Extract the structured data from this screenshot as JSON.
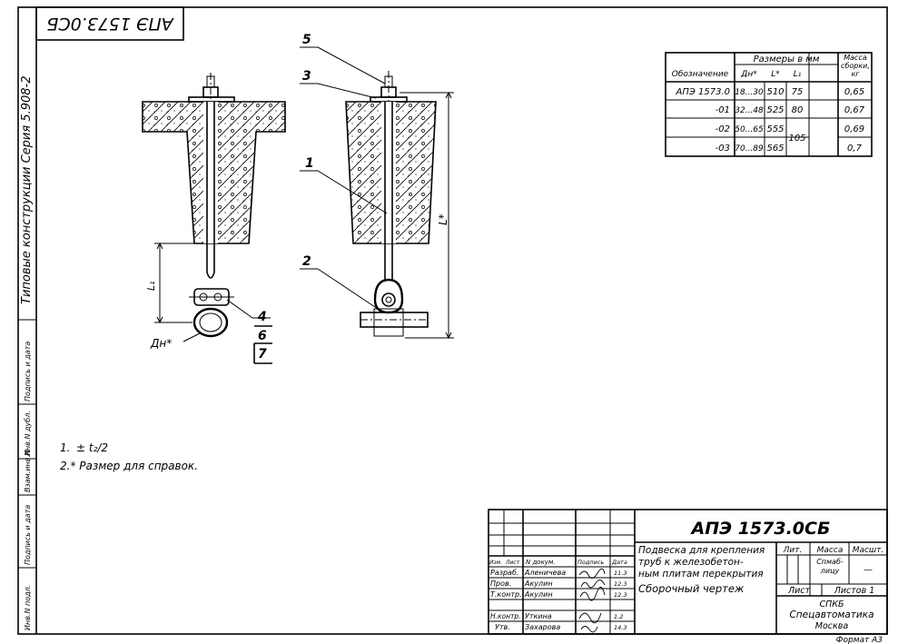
{
  "stamp_top": "АПЭ 1573.0СБ",
  "series_label": "Типовые конструкции   Серия 5.908-2",
  "left_strip": [
    "Инв.N подл.",
    "Подпись и дата",
    "Взам.инв.N",
    "Инв.N дубл.",
    "Подпись и дата"
  ],
  "callouts": {
    "c1": "1",
    "c2": "2",
    "c3": "3",
    "c4": "4",
    "c5": "5",
    "c6": "6",
    "c7": "7"
  },
  "dims": {
    "l1": "L₁",
    "l_star": "L*",
    "dn": "Дн*"
  },
  "notes": {
    "n1_prefix": "1.",
    "n1_expr": "± t₂/2",
    "n2": "2.* Размер для справок."
  },
  "spec_table": {
    "header_group": "Размеры в мм",
    "headers": [
      "Обозначение",
      "Дн*",
      "L*",
      "L₁",
      "Масса сборки, кг"
    ],
    "rows": [
      [
        "АПЭ 1573.0",
        "18...30",
        "510",
        "75",
        "0,65"
      ],
      [
        "-01",
        "32...48",
        "525",
        "80",
        "0,67"
      ],
      [
        "-02",
        "50...65",
        "555",
        "105",
        "0,69"
      ],
      [
        "-03",
        "70...89",
        "565",
        "",
        "0,7"
      ]
    ]
  },
  "title_block": {
    "designation": "АПЭ 1573.0СБ",
    "description": [
      "Подвеска для крепления",
      "труб к железобетон-",
      "ным плитам перекрытия",
      "Сборочный чертеж"
    ],
    "labels": {
      "lit": "Лит.",
      "mass": "Масса",
      "scale": "Масшт.",
      "sheet": "Лист",
      "sheets": "Листов 1",
      "mass_val": "—",
      "scale_val": "Спмаб-лицу"
    },
    "roles": [
      "Изм.",
      "Лист",
      "N докум.",
      "Подпись",
      "Дата"
    ],
    "people": [
      {
        "role": "Разраб.",
        "name": "Аленичева",
        "date": "11.3"
      },
      {
        "role": "Пров.",
        "name": "Акулин",
        "date": "12.3"
      },
      {
        "role": "Т.контр.",
        "name": "Акулин",
        "date": "12.3"
      },
      {
        "role": "Н.контр.",
        "name": "Уткина",
        "date": "1.2"
      },
      {
        "role": "Утв.",
        "name": "Захарова",
        "date": "14.3"
      }
    ],
    "org": [
      "СПКБ",
      "Спецавтоматика",
      "Москва"
    ],
    "format": "Формат А3"
  }
}
